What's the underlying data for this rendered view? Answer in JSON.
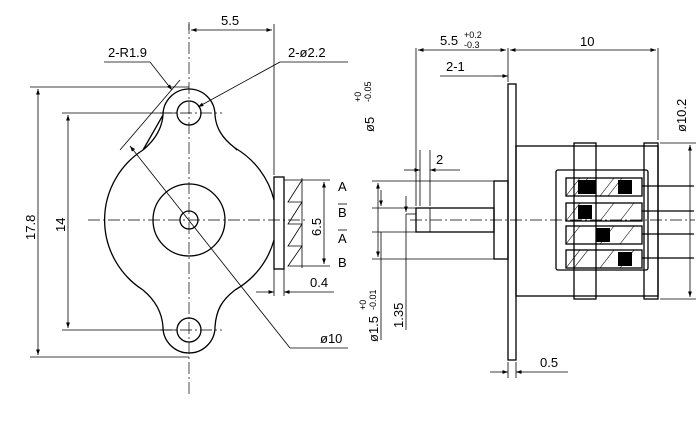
{
  "front_view": {
    "width_dim": "5.5",
    "radius_note": "2-R1.9",
    "hole_note": "2-ø2.2",
    "overall_height": "17.8",
    "hole_spacing": "14",
    "pin_pitch": "6.5",
    "pin_offset": "0.4",
    "body_diameter": "ø10",
    "pins": [
      "A",
      "B",
      "A",
      "B"
    ]
  },
  "side_view": {
    "shaft_length_nominal": "5.5",
    "shaft_length_tol_upper": "+0.2",
    "shaft_length_tol_lower": "-0.3",
    "body_length": "10",
    "step_note": "2-1",
    "boss_dia_nominal": "ø5",
    "boss_dia_tol_upper": "+0",
    "boss_dia_tol_lower": "-0.05",
    "shaft_flat": "2",
    "body_height": "ø10.2",
    "shaft_dia_nominal": "ø1.5",
    "shaft_dia_tol_upper": "+0",
    "shaft_dia_tol_lower": "-0.01",
    "flat_height": "1.35",
    "flange_thickness": "0.5"
  }
}
